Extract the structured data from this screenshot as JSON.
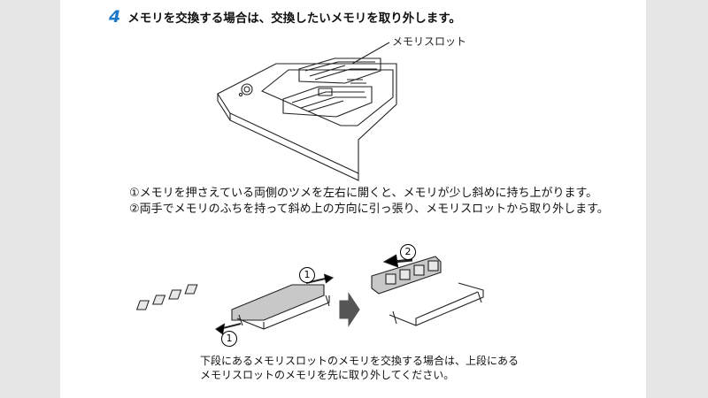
{
  "step": {
    "number": "4",
    "text": "メモリを交換する場合は、交換したいメモリを取り外します。"
  },
  "figure_top": {
    "callout_label": "メモリスロット"
  },
  "instructions": [
    "①メモリを押さえている両側のツメを左右に開くと、メモリが少し斜めに持ち上がります。",
    "②両手でメモリのふちを持って斜め上の方向に引っ張り、メモリスロットから取り外します。"
  ],
  "figure_bottom": {
    "badge_1": "1",
    "badge_2": "2"
  },
  "note": "下段にあるメモリスロットのメモリを交換する場合は、上段にあるメモリスロットのメモリを先に取り外してください。",
  "colors": {
    "step_number": "#1e78c8",
    "page_bg": "#ffffff",
    "outer_bg": "#e6e6e6"
  }
}
